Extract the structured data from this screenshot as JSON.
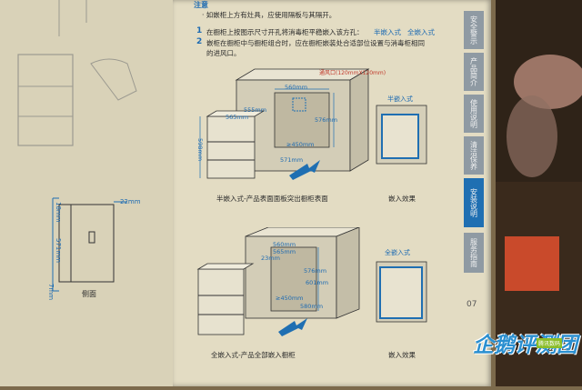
{
  "note": {
    "heading": "注意",
    "line": "· 如嵌柜上方有灶具，应使用隔板与其隔开。"
  },
  "steps": [
    {
      "num": "1",
      "text": "在橱柜上按图示尺寸开孔将消毒柜平稳嵌入该方孔：",
      "option1": "半嵌入式",
      "option2": "全嵌入式"
    },
    {
      "num": "2",
      "text": "嵌柜在橱柜中与橱柜组合时，应在橱柜嵌装处合适部位设置与消毒柜相同",
      "text2": "的进风口。"
    }
  ],
  "diagram_top": {
    "vent_label": "通风口(120mmX120mm)",
    "dims": [
      "560mm",
      "555mm",
      "565mm",
      "576mm",
      "598mm",
      "≥450mm",
      "571mm"
    ],
    "caption": "半嵌入式-产品表面面板突出橱柜表面"
  },
  "effect_top": {
    "tag": "半嵌入式",
    "caption": "嵌入效果"
  },
  "diagram_bottom": {
    "dims": [
      "560mm",
      "565mm",
      "23mm",
      "576mm",
      "601mm",
      "≥450mm",
      "580mm"
    ],
    "caption": "全嵌入式-产品全部嵌入橱柜"
  },
  "effect_bottom": {
    "tag": "全嵌入式",
    "caption": "嵌入效果"
  },
  "side_view": {
    "dims": [
      "22mm",
      "18mm",
      "571mm",
      "7mm"
    ],
    "caption": "侧面"
  },
  "tabs": [
    "安全警示",
    "产品简介",
    "使用说明",
    "清洁保养",
    "安装说明",
    "服务指南"
  ],
  "active_tab": 4,
  "page_number": "07",
  "watermark": {
    "main": "企鹅评测团",
    "badge": "腾讯数码"
  },
  "colors": {
    "accent": "#1f6fb2",
    "page": "#e3dcc3"
  }
}
